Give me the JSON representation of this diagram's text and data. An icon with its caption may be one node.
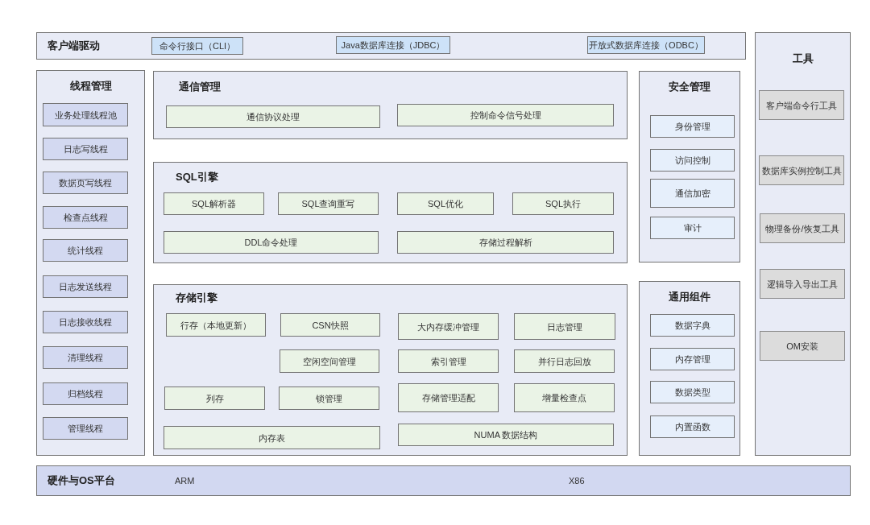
{
  "diagram": {
    "nodes": [
      {
        "text": [
          "客户端驱动"
        ]
      },
      {
        "text": [
          "命令行接口（CLI）"
        ],
        "in": 0
      },
      {
        "text": [
          "Java数据库连接（JDBC）"
        ],
        "in": 0
      },
      {
        "text": [
          "开放式数据库连接（ODBC）"
        ],
        "in": 0
      },
      {
        "text": [
          "线程管理"
        ]
      },
      {
        "text": [
          "业务处理线程池"
        ],
        "in": 4
      },
      {
        "text": [
          "日志写线程"
        ],
        "in": 4
      },
      {
        "text": [
          "数据页写线程"
        ],
        "in": 4
      },
      {
        "text": [
          "检查点线程"
        ],
        "in": 4
      },
      {
        "text": [
          "统计线程"
        ],
        "in": 4
      },
      {
        "text": [
          "日志发送线程"
        ],
        "in": 4
      },
      {
        "text": [
          "日志接收线程"
        ],
        "in": 4
      },
      {
        "text": [
          "清理线程"
        ],
        "in": 4
      },
      {
        "text": [
          "归档线程"
        ],
        "in": 4
      },
      {
        "text": [
          "管理线程"
        ],
        "in": 4
      },
      {
        "text": [
          "通信管理"
        ]
      },
      {
        "text": [
          "通信协议处理"
        ],
        "in": 15
      },
      {
        "text": [
          "控制命令信号处理"
        ],
        "in": 15
      },
      {
        "text": [
          "SQL引擎"
        ]
      },
      {
        "text": [
          "SQL解析器"
        ],
        "in": 18
      },
      {
        "text": [
          "SQL查询重写"
        ],
        "in": 18
      },
      {
        "text": [
          "SQL优化"
        ],
        "in": 18
      },
      {
        "text": [
          "SQL执行"
        ],
        "in": 18
      },
      {
        "text": [
          "DDL命令处理"
        ],
        "in": 18
      },
      {
        "text": [
          "存储过程解析"
        ],
        "in": 18
      },
      {
        "text": [
          "存储引擎"
        ]
      },
      {
        "text": [
          "行存（本地更新）"
        ],
        "in": 25
      },
      {
        "text": [
          "CSN快照"
        ],
        "in": 25
      },
      {
        "text": [
          "大内存缓冲管理"
        ],
        "in": 25
      },
      {
        "text": [
          "日志管理"
        ],
        "in": 25
      },
      {
        "text": [
          "空闲空间管理"
        ],
        "in": 25
      },
      {
        "text": [
          "索引管理"
        ],
        "in": 25
      },
      {
        "text": [
          "并行日志回放"
        ],
        "in": 25
      },
      {
        "text": [
          "列存"
        ],
        "in": 25
      },
      {
        "text": [
          "锁管理"
        ],
        "in": 25
      },
      {
        "text": [
          "存储管理适配"
        ],
        "in": 25
      },
      {
        "text": [
          "增量检查点"
        ],
        "in": 25
      },
      {
        "text": [
          "内存表"
        ],
        "in": 25
      },
      {
        "text": [
          "NUMA 数据结构"
        ],
        "in": 25
      },
      {
        "text": [
          "安全管理"
        ]
      },
      {
        "text": [
          "身份管理"
        ],
        "in": 39
      },
      {
        "text": [
          "访问控制"
        ],
        "in": 39
      },
      {
        "text": [
          "通信加密"
        ],
        "in": 39
      },
      {
        "text": [
          "审计"
        ],
        "in": 39
      },
      {
        "text": [
          "通用组件"
        ]
      },
      {
        "text": [
          "数据字典"
        ],
        "in": 44
      },
      {
        "text": [
          "内存管理"
        ],
        "in": 44
      },
      {
        "text": [
          "数据类型"
        ],
        "in": 44
      },
      {
        "text": [
          "内置函数"
        ],
        "in": 44
      },
      {
        "text": [
          "工具"
        ]
      },
      {
        "text": [
          "客户端命令行工具"
        ],
        "in": 49
      },
      {
        "text": [
          "数据库实例控制工具"
        ],
        "in": 49
      },
      {
        "text": [
          "物理备份/恢复工具"
        ],
        "in": 49
      },
      {
        "text": [
          "逻辑导入导出工具"
        ],
        "in": 49
      },
      {
        "text": [
          "OM安装"
        ],
        "in": 49
      },
      {
        "text": [
          "硬件与OS平台",
          "ARM",
          "X86"
        ]
      }
    ]
  }
}
